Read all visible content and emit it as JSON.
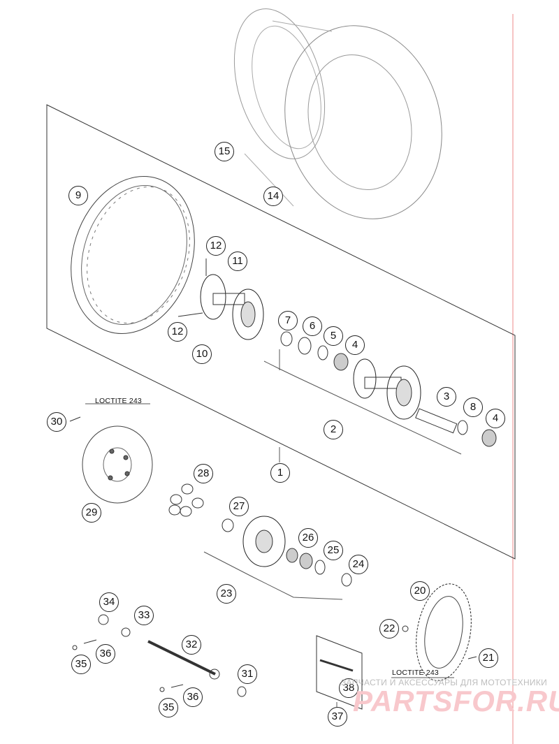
{
  "callouts": [
    {
      "id": "c1",
      "label": "1"
    },
    {
      "id": "c2",
      "label": "2"
    },
    {
      "id": "c3",
      "label": "3"
    },
    {
      "id": "c4a",
      "label": "4"
    },
    {
      "id": "c4b",
      "label": "4"
    },
    {
      "id": "c5",
      "label": "5"
    },
    {
      "id": "c6",
      "label": "6"
    },
    {
      "id": "c7",
      "label": "7"
    },
    {
      "id": "c8",
      "label": "8"
    },
    {
      "id": "c9",
      "label": "9"
    },
    {
      "id": "c10",
      "label": "10"
    },
    {
      "id": "c11",
      "label": "11"
    },
    {
      "id": "c12a",
      "label": "12"
    },
    {
      "id": "c12b",
      "label": "12"
    },
    {
      "id": "c14",
      "label": "14"
    },
    {
      "id": "c15",
      "label": "15"
    },
    {
      "id": "c20",
      "label": "20"
    },
    {
      "id": "c21",
      "label": "21"
    },
    {
      "id": "c22",
      "label": "22"
    },
    {
      "id": "c23",
      "label": "23"
    },
    {
      "id": "c24",
      "label": "24"
    },
    {
      "id": "c25",
      "label": "25"
    },
    {
      "id": "c26",
      "label": "26"
    },
    {
      "id": "c27",
      "label": "27"
    },
    {
      "id": "c28",
      "label": "28"
    },
    {
      "id": "c29",
      "label": "29"
    },
    {
      "id": "c30",
      "label": "30"
    },
    {
      "id": "c31",
      "label": "31"
    },
    {
      "id": "c32",
      "label": "32"
    },
    {
      "id": "c33",
      "label": "33"
    },
    {
      "id": "c34",
      "label": "34"
    },
    {
      "id": "c35a",
      "label": "35"
    },
    {
      "id": "c35b",
      "label": "35"
    },
    {
      "id": "c36a",
      "label": "36"
    },
    {
      "id": "c36b",
      "label": "36"
    },
    {
      "id": "c37",
      "label": "37"
    },
    {
      "id": "c38",
      "label": "38"
    }
  ],
  "notes": {
    "loctite_1": "LOCTITE 243",
    "loctite_2": "LOCTITE 243"
  },
  "watermark": {
    "caption": "ЗАПЧАСТИ И АКСЕССУАРЫ ДЛЯ МОТОТЕХНИКИ",
    "logo": "PARTSFOR.RU"
  }
}
